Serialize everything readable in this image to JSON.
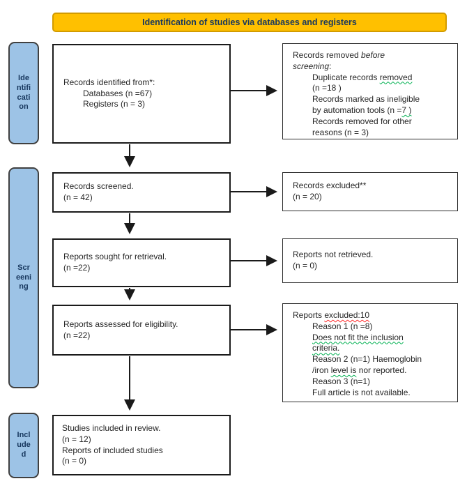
{
  "colors": {
    "banner_bg": "#FFC000",
    "banner_border": "#D29B00",
    "sidebar_bg": "#9DC3E6",
    "navy": "#17375E",
    "wavy_green": "#00B050",
    "wavy_red": "#FF2A2A"
  },
  "banner": {
    "label": "Identification of studies via databases and registers"
  },
  "sidebar": {
    "identification": "Identification",
    "screening": "Screening",
    "included": "Included"
  },
  "flow": {
    "box1": {
      "l1": "Records identified from*:",
      "l2": "Databases (n =67)",
      "l3": "Registers (n = 3)"
    },
    "box2": {
      "l1": "Records screened.",
      "l2": "(n = 42)"
    },
    "box3": {
      "l1": "Reports sought for retrieval.",
      "l2": "(n =22)"
    },
    "box4": {
      "l1": "Reports assessed for eligibility.",
      "l2": "(n =22)"
    },
    "box5": {
      "l1": "Studies included in review.",
      "l2": "(n = 12)",
      "l3": "Reports of included studies",
      "l4": "(n = 0)"
    },
    "r1": {
      "l1a": "Records removed ",
      "l1b": "before",
      "l2a": "screening",
      "l2b": ":",
      "i1a": "Duplicate records ",
      "i1b": "removed",
      "i2": "(n =18 )",
      "i3": "Records marked as ineligible",
      "i4a": "by automation tools (n =",
      "i4b": "7 )",
      "i5": "Records removed for other",
      "i6": "reasons (n = 3)"
    },
    "r2": {
      "l1": "Records excluded**",
      "l2": "(n = 20)"
    },
    "r3": {
      "l1": "Reports not retrieved.",
      "l2": "(n = 0)"
    },
    "r4": {
      "l1a": "Reports ",
      "l1b": "excluded:10",
      "i1": "Reason 1 (n =8)",
      "i2": "Does not fit the inclusion",
      "i3": "criteria.",
      "i4": "Reason 2 (n=1) Haemoglobin",
      "i5a": "/iron ",
      "i5b": "level is",
      "i5c": " nor reported.",
      "i6": "Reason 3 (n=1)",
      "i7": "Full article is not available."
    }
  }
}
